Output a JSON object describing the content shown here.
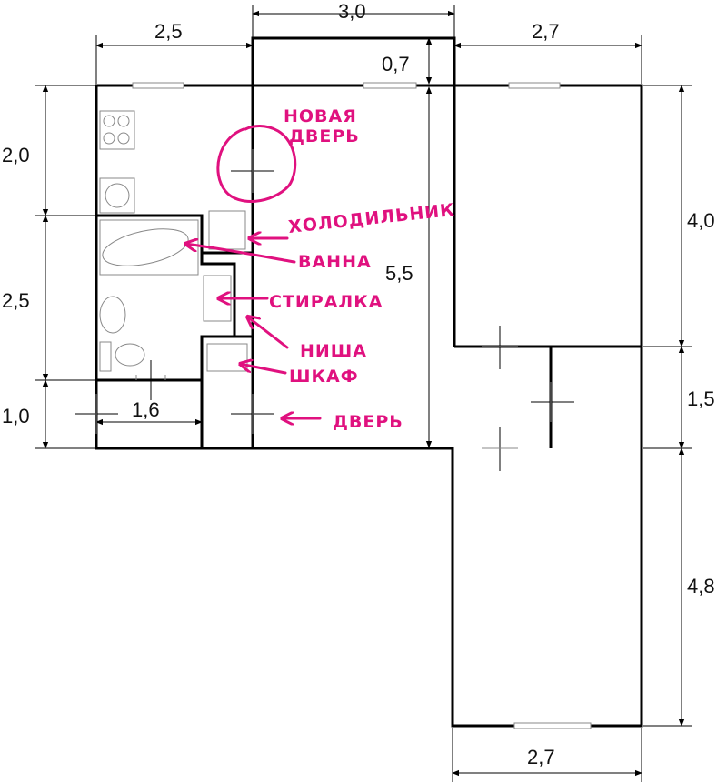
{
  "dimensions": {
    "top_left": "2,5",
    "top_middle": "3,0",
    "top_right": "2,7",
    "protrusion": "0,7",
    "left_upper": "2,0",
    "left_middle": "2,5",
    "left_lower": "1,0",
    "bottom_inner": "1,6",
    "center_height": "5,5",
    "right_upper": "4,0",
    "right_middle": "1,5",
    "right_lower": "4,8",
    "bottom": "2,7"
  },
  "annotations": {
    "new_door_line1": "НОВАЯ",
    "new_door_line2": "ДВЕРЬ",
    "fridge": "ХОЛОДИЛЬНИК",
    "bath": "ВАННА",
    "washer": "СТИРАЛКА",
    "niche": "НИША",
    "wardrobe": "ШКАФ",
    "door": "ДВЕРЬ"
  },
  "colors": {
    "annotation": "#e0117f",
    "walls": "#000000"
  }
}
